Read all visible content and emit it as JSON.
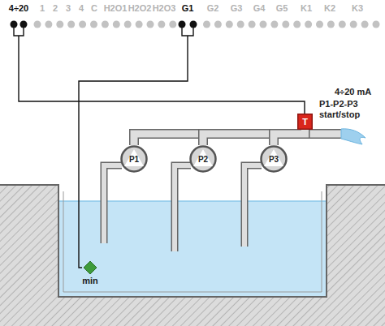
{
  "diagram": {
    "nodes": [
      {
        "text": [
          "P1"
        ]
      },
      {
        "text": [
          "P2"
        ]
      },
      {
        "text": [
          "P3"
        ]
      },
      {
        "text": [
          "T"
        ]
      },
      {
        "text": [
          "min"
        ]
      }
    ],
    "edges": [
      {
        "from": 0,
        "to": 1,
        "arrow": "none"
      },
      {
        "from": 1,
        "to": 2,
        "arrow": "none"
      },
      {
        "from": 2,
        "to": 3,
        "arrow": "none"
      }
    ],
    "labels": [
      "4÷20",
      "1",
      "2",
      "3",
      "4",
      "C",
      "H2O1",
      "H2O2",
      "H2O3",
      "G1",
      "G2",
      "G3",
      "G4",
      "G5",
      "K1",
      "K2",
      "K3",
      "4÷20 mA",
      "P1-P2-P3 start/stop"
    ]
  }
}
